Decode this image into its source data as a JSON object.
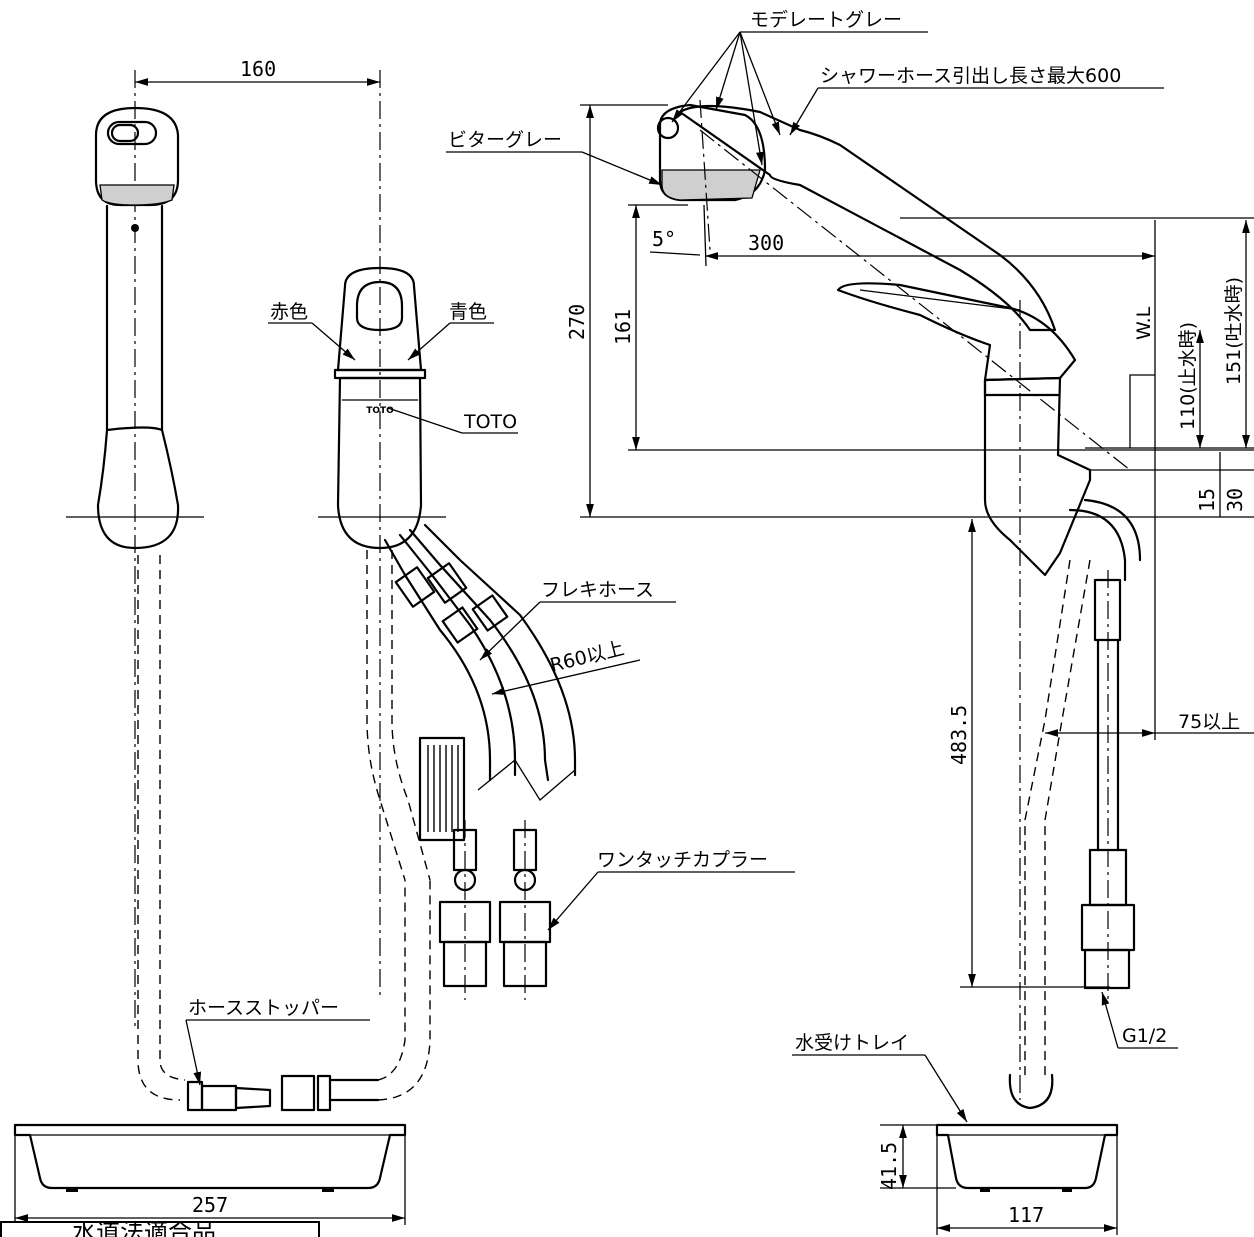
{
  "labels": {
    "moderate_gray": "モデレートグレー",
    "shower_hose": "シャワーホース引出し長さ最大600",
    "bitter_gray": "ビターグレー",
    "red": "赤色",
    "blue": "青色",
    "toto": "TOTO",
    "flex_hose": "フレキホース",
    "r60": "R60以上",
    "coupler": "ワンタッチカプラー",
    "hose_stopper": "ホースストッパー",
    "water_tray": "水受けトレイ",
    "g12": "G1/2",
    "wl": "W.L",
    "stop_water": "110(止水時)",
    "spout_water": "151(吐水時)",
    "water_mark": "水道法適合品"
  },
  "dimensions": {
    "d160": "160",
    "d257": "257",
    "d300": "300",
    "d5deg": "5°",
    "d270": "270",
    "d161": "161",
    "d483": "483.5",
    "d75": "75以上",
    "d15": "15",
    "d30": "30",
    "d41": "41.5",
    "d117": "117"
  }
}
